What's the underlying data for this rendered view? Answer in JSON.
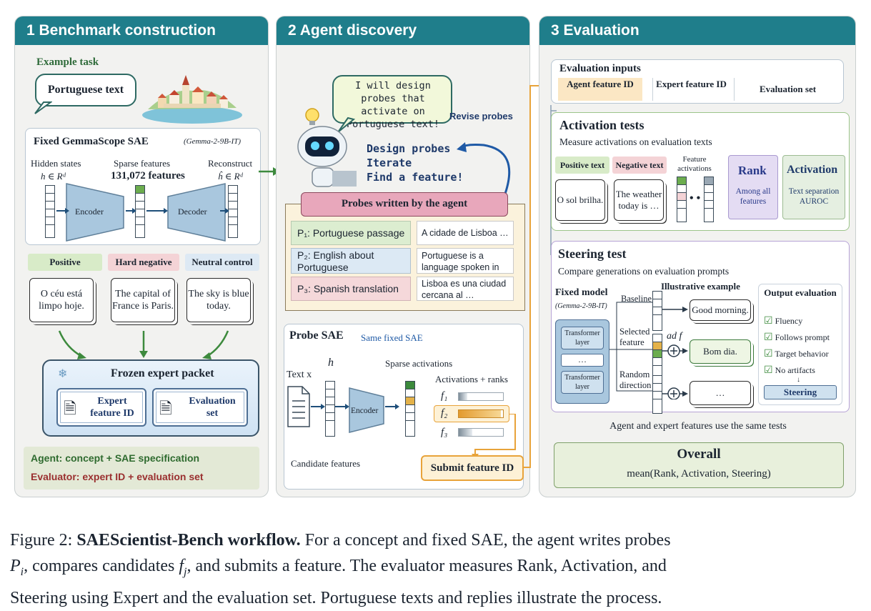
{
  "panels": {
    "p1": {
      "title": "1  Benchmark construction",
      "example_task_label": "Example task",
      "example_task_text": "Portuguese text",
      "sae_title": "Fixed GemmaScope SAE",
      "sae_model": "(Gemma-2-9B-IT)",
      "hidden_states": "Hidden states",
      "hidden_math": "h ∈ Rᵈ",
      "sparse_features": "Sparse features",
      "sparse_count": "131,072 features",
      "reconstruct": "Reconstruct",
      "reconstruct_math": "ĥ ∈ Rᵈ",
      "encoder": "Encoder",
      "decoder": "Decoder",
      "examples": [
        {
          "label": "Positive",
          "text": "O céu está limpo hoje.",
          "color": "#d8ebc8"
        },
        {
          "label": "Hard negative",
          "text": "The capital of France is Paris.",
          "color": "#f4d3d6"
        },
        {
          "label": "Neutral control",
          "text": "The sky is blue today.",
          "color": "#dde9f4"
        }
      ],
      "packet_title": "Frozen expert packet",
      "packet_items": [
        "Expert feature ID",
        "Evaluation set"
      ],
      "agent_line": "Agent: concept + SAE specification",
      "evaluator_line": "Evaluator: expert ID + evaluation set"
    },
    "p2": {
      "title": "2  Agent discovery",
      "speech": "I will design probes that activate on Portuguese text!",
      "revise": "Revise probes",
      "steps": [
        "Design probes",
        "Iterate",
        "Find a feature!"
      ],
      "probes_title": "Probes written by the agent",
      "probes": [
        {
          "label": "P₁: Portuguese passage",
          "example": "A cidade de Lisboa …",
          "color": "#dcedd0"
        },
        {
          "label": "P₂: English about Portuguese",
          "example": "Portuguese is a language spoken in …",
          "color": "#dce9f4"
        },
        {
          "label": "P₃: Spanish translation",
          "example": "Lisboa es una ciudad cercana al …",
          "color": "#f5d8da"
        }
      ],
      "probe_sae_title": "Probe SAE",
      "probe_sae_sub": "Same fixed SAE",
      "text_x": "Text x",
      "h": "h",
      "encoder": "Encoder",
      "sparse_activations": "Sparse activations",
      "acts_ranks": "Activations + ranks",
      "features": [
        "f₁",
        "f₂",
        "f₃"
      ],
      "feature_fills": [
        0.2,
        0.95,
        0.3
      ],
      "candidate_features": "Candidate features",
      "submit": "Submit feature ID"
    },
    "p3": {
      "title": "3  Evaluation",
      "inputs_title": "Evaluation inputs",
      "inputs": [
        "Agent feature ID",
        "Expert feature ID",
        "Evaluation set"
      ],
      "act_title": "Activation tests",
      "act_sub": "Measure activations on evaluation texts",
      "pos_tag": "Positive text",
      "neg_tag": "Negative text",
      "pos_text": "O sol brilha.",
      "neg_text": "The weather today is …",
      "feature_acts": "Feature activations",
      "rank_title": "Rank",
      "rank_sub": "Among all features",
      "activation_title": "Activation",
      "activation_sub": "Text separation AUROC",
      "steer_title": "Steering test",
      "steer_sub": "Compare generations on evaluation prompts",
      "fixed_model": "Fixed model",
      "fixed_model_sub": "(Gemma-2-9B-IT)",
      "transformer": "Transformer layer",
      "dots": "…",
      "illustrative": "Illustrative example",
      "baseline": "Baseline",
      "selected": "Selected feature",
      "random": "Random direction",
      "add_f": "ad  f",
      "gen_baseline": "Good morning.",
      "gen_selected": "Bom dia.",
      "gen_random": "…",
      "output_title": "Output evaluation",
      "checks": [
        "Fluency",
        "Follows prompt",
        "Target behavior",
        "No artifacts"
      ],
      "steering_badge": "Steering",
      "same_tests": "Agent and expert features use the same tests",
      "overall_title": "Overall",
      "overall_formula": "mean(Rank, Activation, Steering)"
    }
  },
  "caption": {
    "prefix": "Figure 2: ",
    "bold": "SAEScientist-Bench workflow.",
    "line1_rest": " For a concept and fixed SAE, the agent writes probes",
    "line2": "P",
    "line2_i": "i",
    "line2_rest_a": ", compares candidates ",
    "line2_f": "f",
    "line2_j": "j",
    "line2_rest_b": ", and submits a feature. The evaluator measures Rank, Activation, and",
    "line3": "Steering using Expert and the evaluation set. Portuguese texts and replies illustrate the process."
  },
  "colors": {
    "header": "#1f7e8b",
    "green_arrow": "#3d8a3d",
    "orange": "#e8a33a",
    "pink": "#e8a7bb"
  }
}
